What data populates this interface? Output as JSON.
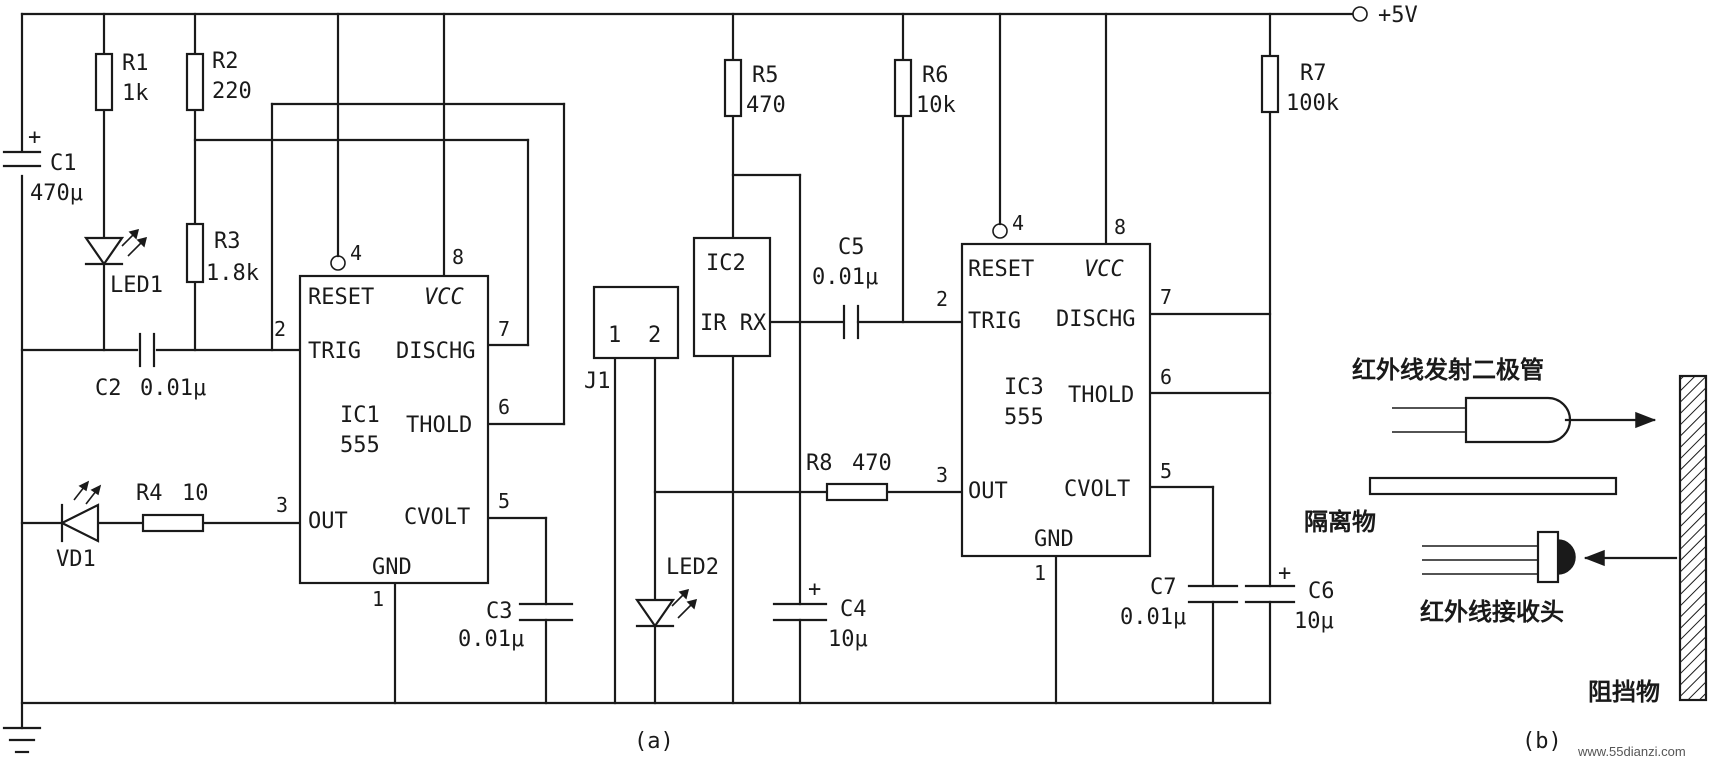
{
  "supply": {
    "label": "+5V"
  },
  "components": {
    "R1": {
      "name": "R1",
      "value": "1k"
    },
    "R2": {
      "name": "R2",
      "value": "220"
    },
    "R3": {
      "name": "R3",
      "value": "1.8k"
    },
    "R4": {
      "name": "R4",
      "value": "10"
    },
    "R5": {
      "name": "R5",
      "value": "470"
    },
    "R6": {
      "name": "R6",
      "value": "10k"
    },
    "R7": {
      "name": "R7",
      "value": "100k"
    },
    "R8": {
      "name": "R8",
      "value": "470"
    },
    "C1": {
      "name": "C1",
      "value": "470μ"
    },
    "C2": {
      "name": "C2",
      "value": "0.01μ"
    },
    "C3": {
      "name": "C3",
      "value": "0.01μ"
    },
    "C4": {
      "name": "C4",
      "value": "10μ"
    },
    "C5": {
      "name": "C5",
      "value": "0.01μ"
    },
    "C6": {
      "name": "C6",
      "value": "10μ"
    },
    "C7": {
      "name": "C7",
      "value": "0.01μ"
    },
    "LED1": {
      "name": "LED1"
    },
    "LED2": {
      "name": "LED2"
    },
    "VD1": {
      "name": "VD1"
    },
    "J1": {
      "name": "J1",
      "pin1": "1",
      "pin2": "2"
    }
  },
  "ic1": {
    "name": "IC1",
    "type": "555",
    "pins": {
      "reset": "RESET",
      "vcc": "VCC",
      "trig": "TRIG",
      "dischg": "DISCHG",
      "thold": "THOLD",
      "out": "OUT",
      "cvolt": "CVOLT",
      "gnd": "GND"
    },
    "pin_numbers": {
      "reset": "4",
      "vcc": "8",
      "trig": "2",
      "dischg": "7",
      "thold": "6",
      "out": "3",
      "cvolt": "5",
      "gnd": "1"
    }
  },
  "ic2": {
    "name": "IC2",
    "type": "IR RX"
  },
  "ic3": {
    "name": "IC3",
    "type": "555",
    "pins": {
      "reset": "RESET",
      "vcc": "VCC",
      "trig": "TRIG",
      "dischg": "DISCHG",
      "thold": "THOLD",
      "out": "OUT",
      "cvolt": "CVOLT",
      "gnd": "GND"
    },
    "pin_numbers": {
      "reset": "4",
      "vcc": "8",
      "trig": "2",
      "dischg": "7",
      "thold": "6",
      "out": "3",
      "cvolt": "5",
      "gnd": "1"
    }
  },
  "captions": {
    "a": "(a)",
    "b": "(b)"
  },
  "diagram_b": {
    "emitter": "红外线发射二极管",
    "isolator": "隔离物",
    "receiver": "红外线接收头",
    "obstacle": "阻挡物"
  },
  "watermark": "www.55dianzi.com"
}
